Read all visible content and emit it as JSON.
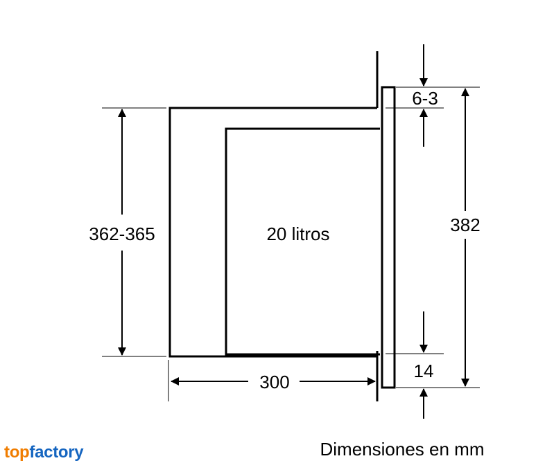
{
  "diagram": {
    "dimensions": {
      "height_left": "362-365",
      "depth": "300",
      "volume": "20 litros",
      "height_right": "382",
      "top_gap": "6-3",
      "bottom_gap": "14"
    },
    "caption": "Dimensiones en mm"
  },
  "logo": {
    "part1": "top",
    "part2": "factory",
    "colors": {
      "part1": "#f07d00",
      "part2": "#1565c0"
    }
  },
  "colors": {
    "line": "#000000",
    "background": "#ffffff"
  }
}
